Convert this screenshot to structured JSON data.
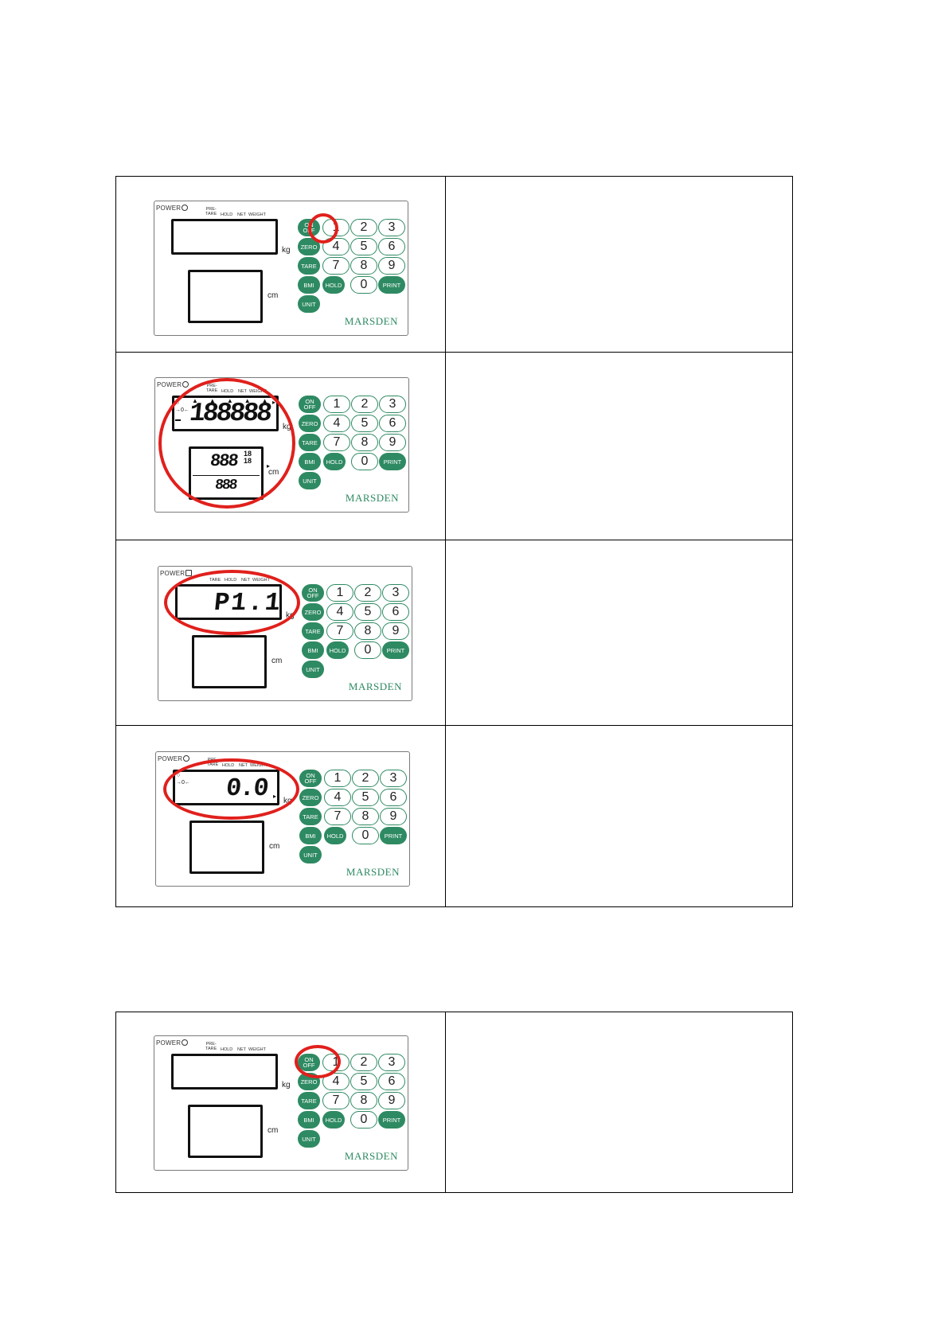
{
  "panel": {
    "power_label": "POWER",
    "annunciators": {
      "pre": "PRE-",
      "tare": "TARE",
      "hold": "HOLD",
      "net": "NET",
      "weight": "WEIGHT"
    },
    "unit_kg": "kg",
    "unit_cm": "cm",
    "keys": {
      "on_off_line1": "ON",
      "on_off_line2": "OFF",
      "zero": "ZERO",
      "tare": "TARE",
      "bmi": "BMI",
      "hold": "HOLD",
      "print": "PRINT",
      "unit": "UNIT",
      "n1": "1",
      "n2": "2",
      "n3": "3",
      "n4": "4",
      "n5": "5",
      "n6": "6",
      "n7": "7",
      "n8": "8",
      "n9": "9",
      "n0": "0"
    },
    "brand": "MARSDEN"
  },
  "displays": {
    "test_weight": "188888",
    "test_height_top": "888",
    "test_height_small_top": "18",
    "test_height_small_bottom": "18",
    "test_height_bottom": "888",
    "program": "P1.1",
    "zero_reading": "0.0"
  }
}
